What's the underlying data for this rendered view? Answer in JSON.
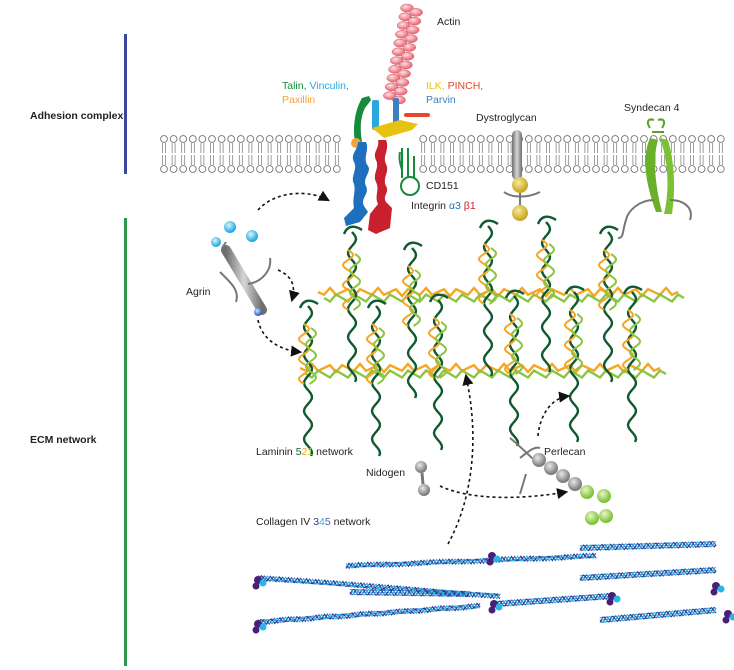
{
  "sections": {
    "adhesion": "Adhesion complex",
    "ecm": "ECM network"
  },
  "labels": {
    "actin": "Actin",
    "talin": "Talin,",
    "vinculin": "Vinculin,",
    "paxillin": "Paxillin",
    "ilk": "ILK,",
    "pinch": "PINCH,",
    "parvin": "Parvin",
    "dystroglycan": "Dystroglycan",
    "syndecan": "Syndecan 4",
    "cd151": "CD151",
    "integrin": "Integrin",
    "integrin_a": "α3",
    "integrin_b": "β1",
    "agrin": "Agrin",
    "laminin_prefix": "Laminin ",
    "laminin_5": "5",
    "laminin_2": "2",
    "laminin_1": "1",
    "laminin_suffix": " network",
    "nidogen": "Nidogen",
    "perlecan": "Perlecan",
    "collagen_prefix": "Collagen IV ",
    "collagen_3": "3",
    "collagen_4": "4",
    "collagen_5": "5",
    "collagen_suffix": " network"
  },
  "colors": {
    "adhesion_bar": "#3a47a0",
    "ecm_bar": "#2e9a47",
    "talin": "#178a3c",
    "vinculin": "#29a8e0",
    "paxillin": "#f7a238",
    "ilk": "#e8c213",
    "pinch": "#e8452c",
    "parvin": "#3d7fc1",
    "integrin_a": "#1f6fbf",
    "integrin_b": "#c9202f",
    "laminin_dark": "#0f5a2f",
    "laminin_orange": "#f5a623",
    "laminin_light": "#8bc53f",
    "collagen_blue": "#4a5bb0",
    "collagen_cyan": "#27b6e6",
    "collagen_purple": "#4a1f78",
    "actin": "#f08a94"
  }
}
